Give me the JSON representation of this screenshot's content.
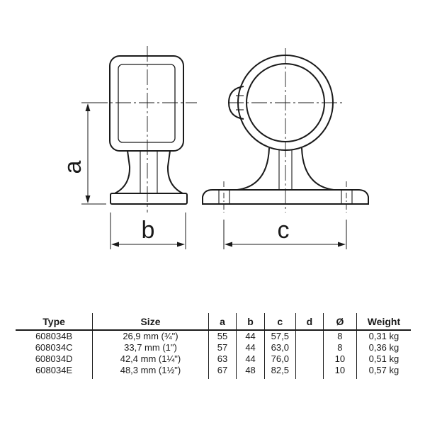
{
  "diagram": {
    "dimension_labels": {
      "a": "a",
      "b": "b",
      "c": "c"
    },
    "line_color": "#1a1a1a"
  },
  "table": {
    "headers": [
      "Type",
      "Size",
      "a",
      "b",
      "c",
      "d",
      "Ø",
      "Weight"
    ],
    "rows": [
      [
        "608034B",
        "26,9 mm (¾\")",
        "55",
        "44",
        "57,5",
        "",
        "8",
        "0,31 kg"
      ],
      [
        "608034C",
        "33,7 mm (1\")",
        "57",
        "44",
        "63,0",
        "",
        "8",
        "0,36 kg"
      ],
      [
        "608034D",
        "42,4 mm (1¼\")",
        "63",
        "44",
        "76,0",
        "",
        "10",
        "0,51 kg"
      ],
      [
        "608034E",
        "48,3 mm (1½\")",
        "67",
        "48",
        "82,5",
        "",
        "10",
        "0,57 kg"
      ]
    ]
  }
}
